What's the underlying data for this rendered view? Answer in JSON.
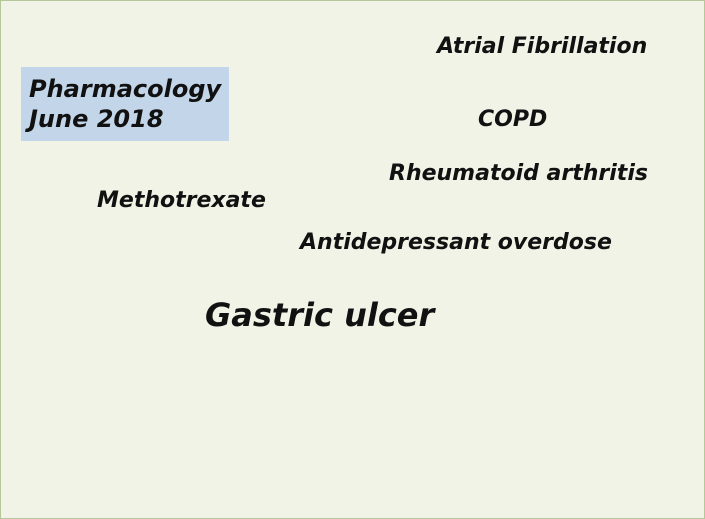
{
  "badge": {
    "line1": "Pharmacology",
    "line2": "June 2018"
  },
  "terms": {
    "atrial_fibrillation": "Atrial Fibrillation",
    "copd": "COPD",
    "rheumatoid_arthritis": "Rheumatoid arthritis",
    "methotrexate": "Methotrexate",
    "antidepressant_overdose": "Antidepressant overdose",
    "gastric_ulcer": "Gastric ulcer"
  },
  "colors": {
    "background": "#f1f3e7",
    "border": "#b6c79a",
    "badge_fill": "#c3d5e9",
    "text": "#111111"
  }
}
